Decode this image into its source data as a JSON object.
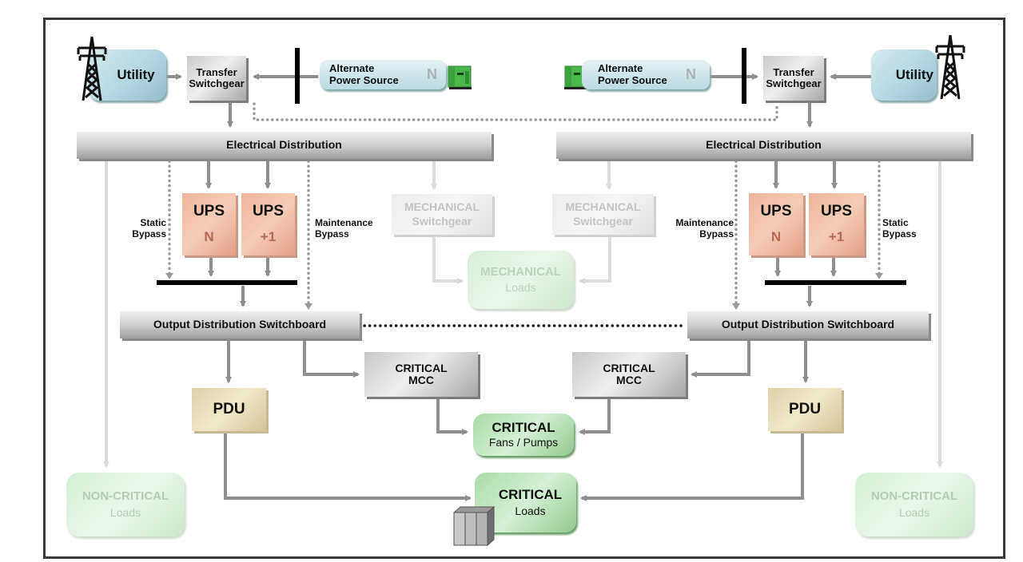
{
  "diagram": {
    "title": "Redundant data center power distribution (N+1)",
    "left": {
      "utility": "Utility",
      "transfer_switchgear": [
        "Transfer",
        "Switchgear"
      ],
      "alternate_source": [
        "Alternate",
        "Power Source"
      ],
      "alternate_source_mark": "N",
      "electrical_distribution": "Electrical Distribution",
      "ups": [
        {
          "title": "UPS",
          "sub": "N"
        },
        {
          "title": "UPS",
          "sub": "+1"
        }
      ],
      "static_bypass": [
        "Static",
        "Bypass"
      ],
      "maintenance_bypass": [
        "Maintenance",
        "Bypass"
      ],
      "mechanical_switchgear": [
        "MECHANICAL",
        "Switchgear"
      ],
      "output_distribution": "Output Distribution Switchboard",
      "critical_mcc": [
        "CRITICAL",
        "MCC"
      ],
      "pdu": "PDU",
      "non_critical_loads": {
        "title": "NON-CRITICAL",
        "sub": "Loads"
      }
    },
    "right": {
      "utility": "Utility",
      "transfer_switchgear": [
        "Transfer",
        "Switchgear"
      ],
      "alternate_source": [
        "Alternate",
        "Power Source"
      ],
      "alternate_source_mark": "N",
      "electrical_distribution": "Electrical Distribution",
      "ups": [
        {
          "title": "UPS",
          "sub": "N"
        },
        {
          "title": "UPS",
          "sub": "+1"
        }
      ],
      "static_bypass": [
        "Static",
        "Bypass"
      ],
      "maintenance_bypass": [
        "Maintenance",
        "Bypass"
      ],
      "mechanical_switchgear": [
        "MECHANICAL",
        "Switchgear"
      ],
      "output_distribution": "Output Distribution Switchboard",
      "critical_mcc": [
        "CRITICAL",
        "MCC"
      ],
      "pdu": "PDU",
      "non_critical_loads": {
        "title": "NON-CRITICAL",
        "sub": "Loads"
      }
    },
    "shared": {
      "mechanical_loads": {
        "title": "MECHANICAL",
        "sub": "Loads"
      },
      "critical_fans_pumps": {
        "title": "CRITICAL",
        "sub": "Fans / Pumps"
      },
      "critical_loads": {
        "title": "CRITICAL",
        "sub": "Loads"
      }
    },
    "icons": {
      "utility_tower": "transmission-tower-icon",
      "generator": "generator-icon",
      "servers": "server-rack-icon"
    },
    "colors": {
      "connector": "#8f8f8f",
      "connector_faded": "#dcdcdc",
      "bus_bar": "#000000",
      "ups_fill": "#f0b79d",
      "pdu_fill": "#e6dbb6",
      "critical_fill": "#b7e2b7",
      "utility_fill": "#b9d8e1"
    }
  }
}
